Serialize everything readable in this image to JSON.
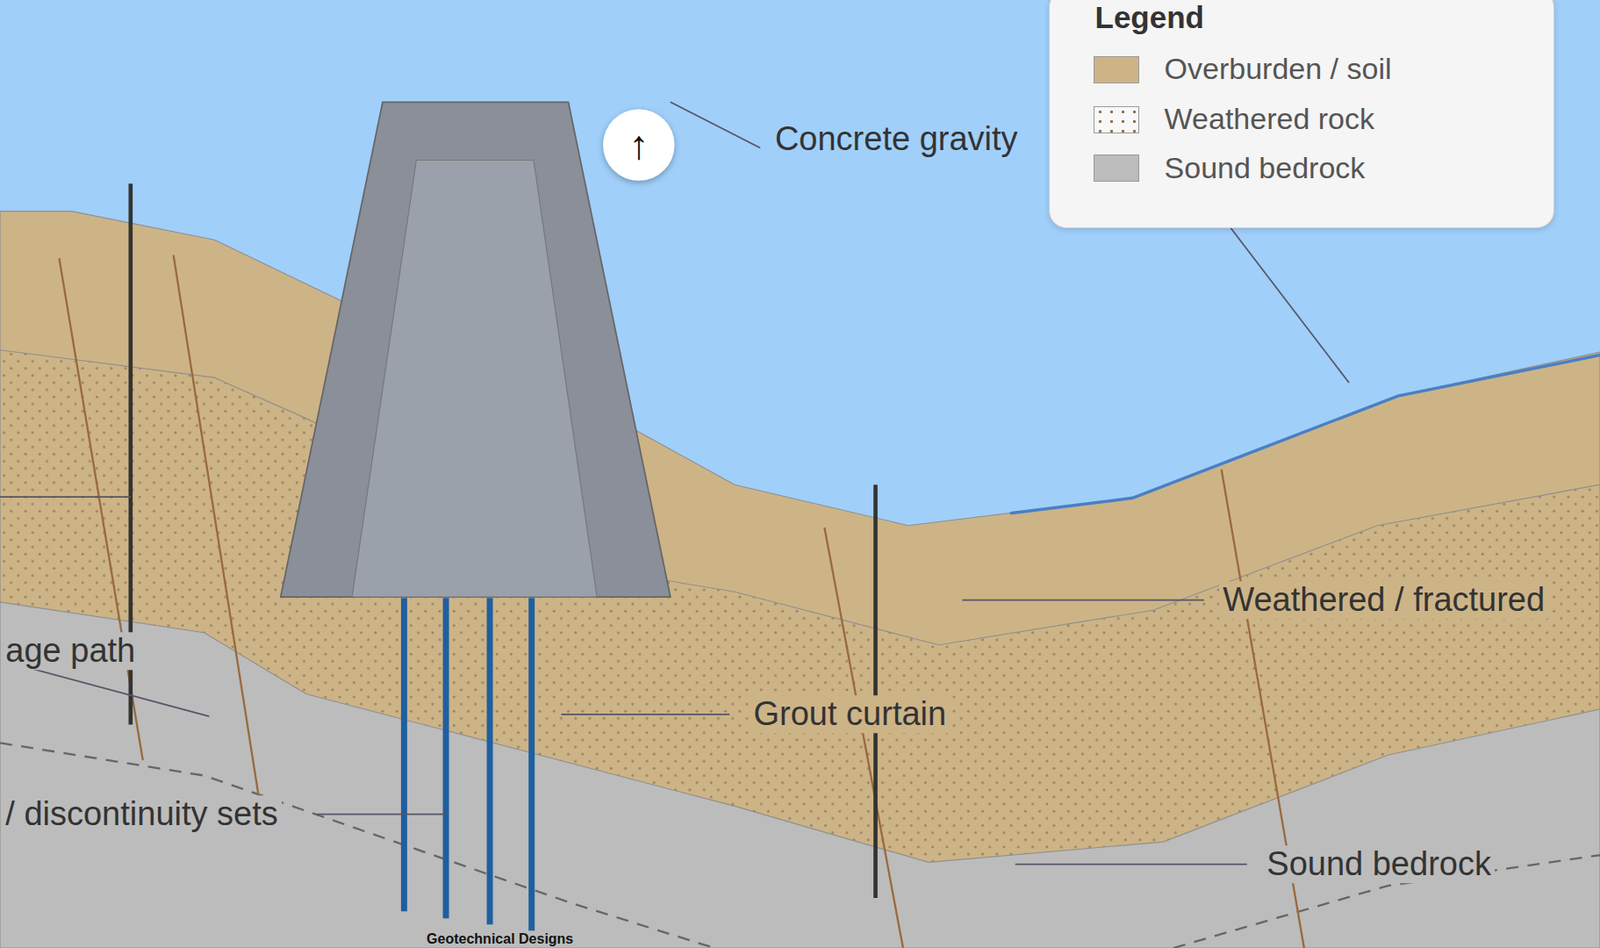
{
  "diagram": {
    "labels": [
      "↑",
      "Concrete gravity",
      "Weathered / fractured",
      "age path",
      "Grout curtain",
      "/ discontinuity sets",
      "Sound bedrock",
      "Geotechnical Designs",
      "Legend"
    ],
    "legend": [
      {
        "text": "Overburden / soil",
        "color": "#cdb487"
      },
      {
        "text": "Weathered rock"
      },
      {
        "text": "Sound bedrock",
        "color": "#bcbcbc"
      }
    ]
  }
}
